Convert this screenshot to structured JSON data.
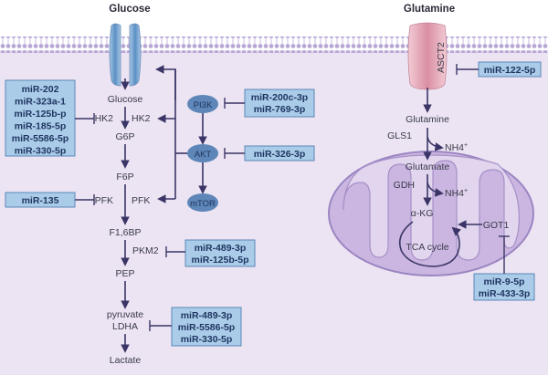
{
  "headers": {
    "glucose": "Glucose",
    "glutamine": "Glutamine"
  },
  "transporter": {
    "asct2": "ASCT2"
  },
  "glycolysis": {
    "glucose": "Glucose",
    "hk2_left": "HK2",
    "hk2_right": "HK2",
    "g6p": "G6P",
    "f6p": "F6P",
    "pfk_left": "PFK",
    "pfk_right": "PFK",
    "f16bp": "F1,6BP",
    "pkm2": "PKM2",
    "pep": "PEP",
    "pyruvate": "pyruvate",
    "ldha": "LDHA",
    "lactate": "Lactate"
  },
  "signaling": {
    "pi3k": "PI3K",
    "akt": "AKT",
    "mtor": "mTOR"
  },
  "glutaminolysis": {
    "glutamine": "Glutamine",
    "gls1": "GLS1",
    "nh4_1": "NH4",
    "nh4_1_sup": "+",
    "glutamate": "Glutamate",
    "gdh": "GDH",
    "nh4_2": "NH4",
    "nh4_2_sup": "+",
    "akg": "α-KG",
    "got1": "GOT1",
    "tca": "TCA cycle"
  },
  "mirna_boxes": {
    "hk2": [
      "miR-202",
      "miR-323a-1",
      "miR-125b-p",
      "miR-185-5p",
      "miR-5586-5p",
      "miR-330-5p"
    ],
    "pfk": [
      "miR-135"
    ],
    "pi3k": [
      "miR-200c-3p",
      "miR-769-3p"
    ],
    "akt": [
      "miR-326-3p"
    ],
    "pkm2": [
      "miR-489-3p",
      "miR-125b-5p"
    ],
    "ldha": [
      "miR-489-3p",
      "miR-5586-5p",
      "miR-330-5p"
    ],
    "asct2": [
      "miR-122-5p"
    ],
    "got1": [
      "miR-9-5p",
      "miR-433-3p"
    ]
  }
}
